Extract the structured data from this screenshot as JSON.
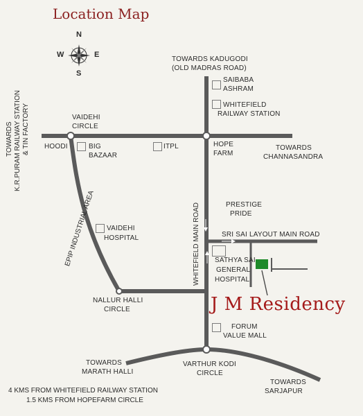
{
  "map": {
    "title": "Location Map",
    "brand": "J M Residency",
    "compass": {
      "n": "N",
      "s": "S",
      "e": "E",
      "w": "W"
    },
    "labels": {
      "towards_kadugodi_1": "TOWARDS KADUGODI",
      "towards_kadugodi_2": "(OLD MADRAS ROAD)",
      "saibaba_1": "SAIBABA",
      "saibaba_2": "ASHRAM",
      "whitefield_rs_1": "WHITEFIELD",
      "whitefield_rs_2": "RAILWAY STATION",
      "vaidehi_circle_1": "VAIDEHI",
      "vaidehi_circle_2": "CIRCLE",
      "hoodi": "HOODI",
      "big_bazaar_1": "BIG",
      "big_bazaar_2": "BAZAAR",
      "itpl": "ITPL",
      "hope_farm_1": "HOPE",
      "hope_farm_2": "FARM",
      "towards_channasandra_1": "TOWARDS",
      "towards_channasandra_2": "CHANNASANDRA",
      "prestige_1": "PRESTIGE",
      "prestige_2": "PRIDE",
      "sri_sai_layout": "SRI SAI LAYOUT MAIN ROAD",
      "sathya_sai_1": "SATHYA SAI",
      "sathya_sai_2": "GENERAL",
      "sathya_sai_3": "HOSPITAL",
      "vaidehi_hospital_1": "VAIDEHI",
      "vaidehi_hospital_2": "HOSPITAL",
      "nallur_1": "NALLUR HALLI",
      "nallur_2": "CIRCLE",
      "forum_1": "FORUM",
      "forum_2": "VALUE MALL",
      "marath_1": "TOWARDS",
      "marath_2": "MARATH HALLI",
      "varthur_1": "VARTHUR KODI",
      "varthur_2": "CIRCLE",
      "sarjapur_1": "TOWARDS",
      "sarjapur_2": "SARJAPUR",
      "whitefield_main_road": "WHITEFIELD MAIN ROAD",
      "epip": "EPIP INDUSTRIAL AREA",
      "kr_puram_1": "TOWARDS",
      "kr_puram_2": "K.R.PURAM RAILWAY STATION",
      "kr_puram_3": "& TIN FACTORY"
    },
    "notes": {
      "line1": "4 KMS FROM WHITEFIELD RAILWAY STATION",
      "line2": "1.5 KMS FROM HOPEFARM CIRCLE"
    },
    "colors": {
      "road": "#5a5a5a",
      "title": "#8a1f1f",
      "brand": "#a41a1a",
      "site": "#1e8a2a"
    }
  }
}
